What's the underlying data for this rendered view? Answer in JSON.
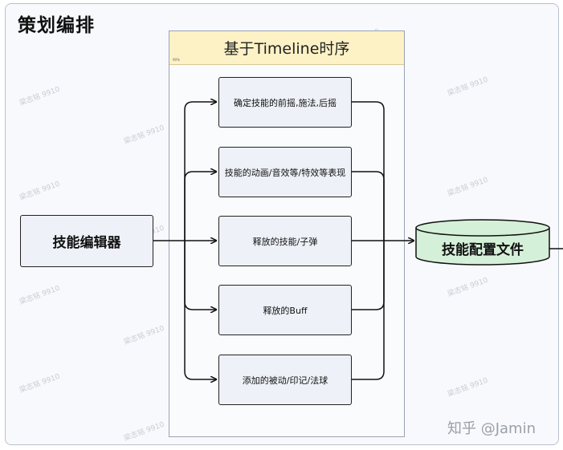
{
  "frame": {
    "title": "策划编排"
  },
  "lane": {
    "title": "基于Timeline时序",
    "tag": "90%"
  },
  "editor": {
    "label": "技能编辑器"
  },
  "steps": [
    "确定技能的前摇,施法,后摇",
    "技能的动画/音效等/特效等表现",
    "释放的技能/子弹",
    "释放的Buff",
    "添加的被动/印记/法球"
  ],
  "output": {
    "label": "技能配置文件",
    "fill_color": "#d5f0d8"
  },
  "watermark": {
    "text": "梁志铭 9910"
  },
  "credit": {
    "text": "知乎 @Jamin"
  },
  "colors": {
    "lane_header": "#fdf1c6",
    "box_fill": "#eef1f7",
    "stroke": "#222222"
  }
}
